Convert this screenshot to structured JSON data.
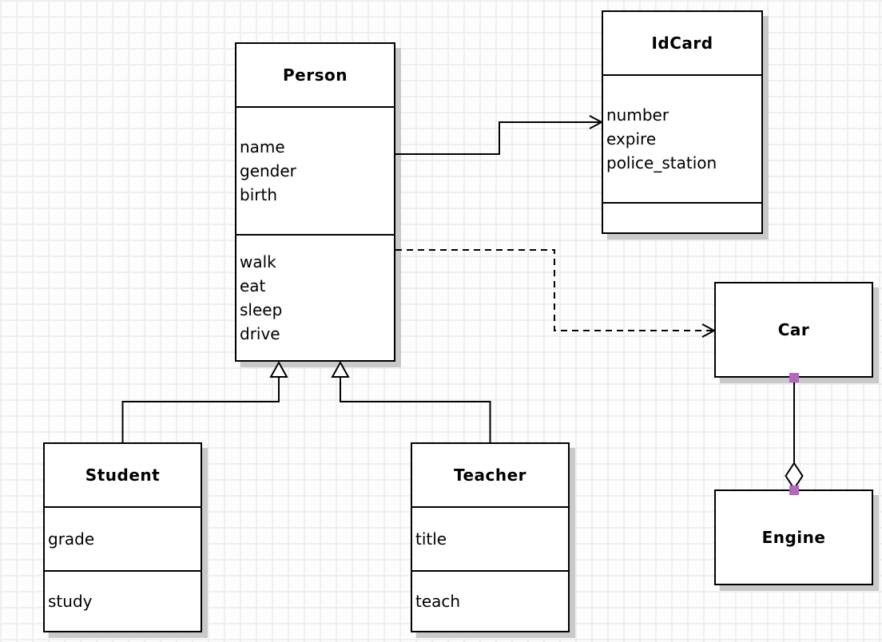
{
  "classes": {
    "person": {
      "title": "Person",
      "attributes": [
        "name",
        "gender",
        "birth"
      ],
      "methods": [
        "walk",
        "eat",
        "sleep",
        "drive"
      ]
    },
    "idcard": {
      "title": "IdCard",
      "attributes": [
        "number",
        "expire",
        "police_station"
      ],
      "methods": []
    },
    "car": {
      "title": "Car",
      "attributes": [],
      "methods": []
    },
    "engine": {
      "title": "Engine",
      "attributes": [],
      "methods": []
    },
    "student": {
      "title": "Student",
      "attributes": [
        "grade"
      ],
      "methods": [
        "study"
      ]
    },
    "teacher": {
      "title": "Teacher",
      "attributes": [
        "title"
      ],
      "methods": [
        "teach"
      ]
    }
  },
  "relations": [
    {
      "type": "association",
      "from": "Person",
      "to": "IdCard",
      "line": "solid",
      "arrowhead": "open"
    },
    {
      "type": "dependency",
      "from": "Person",
      "to": "Car",
      "line": "dashed",
      "arrowhead": "open"
    },
    {
      "type": "inheritance",
      "from": "Student",
      "to": "Person",
      "line": "solid",
      "arrowhead": "hollow-triangle"
    },
    {
      "type": "inheritance",
      "from": "Teacher",
      "to": "Person",
      "line": "solid",
      "arrowhead": "hollow-triangle"
    },
    {
      "type": "aggregation",
      "from": "Car",
      "to": "Engine",
      "line": "solid",
      "decoration": "hollow-diamond",
      "selected_handles": true
    }
  ],
  "colors": {
    "line": "#000000",
    "box_fill": "#ffffff",
    "box_shadow": "#c9c9c9",
    "selection_handle": "#b566bd",
    "grid_line": "#f0eff0",
    "background": "#fdfdfd"
  }
}
